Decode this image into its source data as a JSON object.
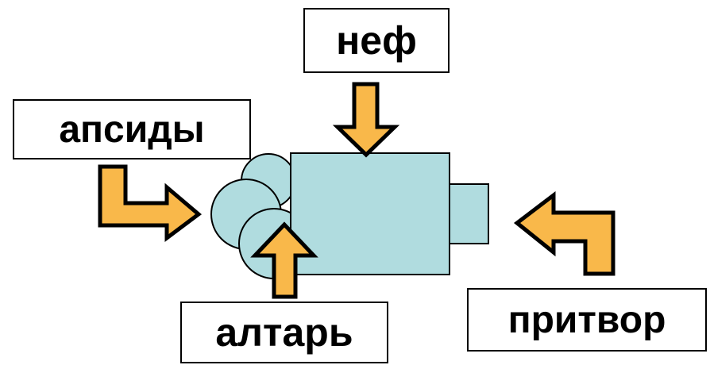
{
  "labels": {
    "nave": "неф",
    "apses": "апсиды",
    "altar": "алтарь",
    "narthex": "притвор"
  },
  "colors": {
    "building_fill": "#b0dcdf",
    "outline": "#000000",
    "arrow_fill": "#f9b84a",
    "box_fill": "#ffffff"
  }
}
